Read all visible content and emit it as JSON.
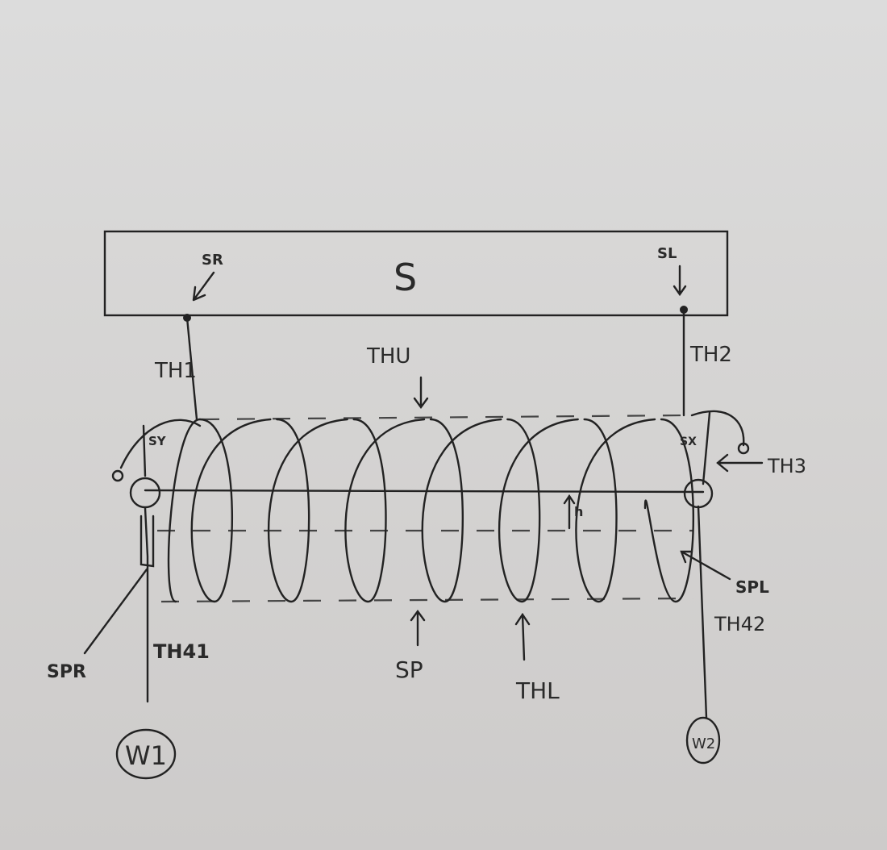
{
  "labels": {
    "support": "S",
    "support_right_point": "SR",
    "support_left_point": "SL",
    "thread_1": "TH1",
    "thread_upper": "THU",
    "thread_2": "TH2",
    "spring_y": "SY",
    "spring_x": "SX",
    "thread_3": "TH3",
    "height": "h",
    "spring_left": "SPL",
    "thread_42": "TH42",
    "spring_right": "SPR",
    "thread_41": "TH41",
    "spring": "SP",
    "thread_lower": "THL",
    "weight_1": "W1",
    "weight_2": "W2"
  },
  "coil_turns": 7,
  "ink_color": "#222222"
}
